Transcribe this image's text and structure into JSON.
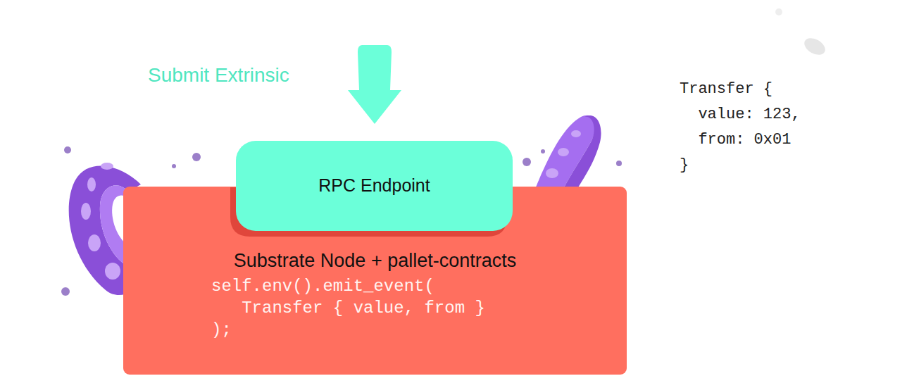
{
  "diagram": {
    "nodes": [
      {
        "text": [
          "Substrate Node + pallet-contracts",
          "self.env().emit_event(",
          "Transfer { value, from }",
          ");"
        ]
      },
      {
        "text": [
          "RPC Endpoint"
        ]
      }
    ],
    "labels": [
      "Submit Extrinsic",
      "Transfer {",
      "value: 123,",
      "from: 0x01",
      "}"
    ]
  }
}
